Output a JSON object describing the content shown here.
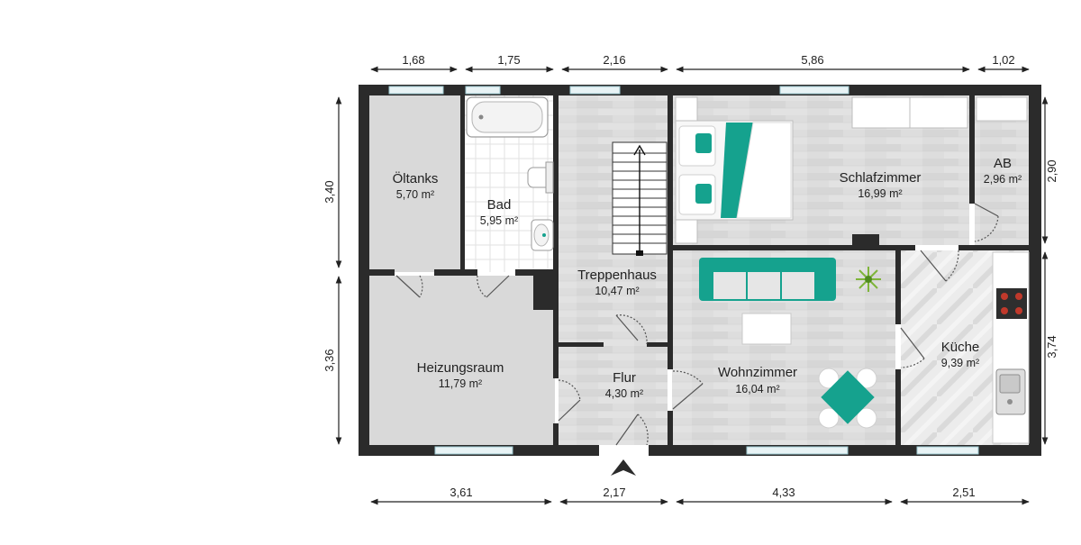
{
  "dimensions": {
    "top": [
      "1,68",
      "1,75",
      "2,16",
      "5,86",
      "1,02"
    ],
    "bottom": [
      "3,61",
      "2,17",
      "4,33",
      "2,51"
    ],
    "left": [
      "3,40",
      "3,36"
    ],
    "right": [
      "2,90",
      "3,74"
    ]
  },
  "rooms": {
    "oeltanks": {
      "name": "Öltanks",
      "area": "5,70 m²"
    },
    "bad": {
      "name": "Bad",
      "area": "5,95 m²"
    },
    "treppenhaus": {
      "name": "Treppenhaus",
      "area": "10,47 m²"
    },
    "schlafzimmer": {
      "name": "Schlafzimmer",
      "area": "16,99 m²"
    },
    "ab": {
      "name": "AB",
      "area": "2,96 m²"
    },
    "heizungsraum": {
      "name": "Heizungsraum",
      "area": "11,79 m²"
    },
    "flur": {
      "name": "Flur",
      "area": "4,30 m²"
    },
    "wohnzimmer": {
      "name": "Wohnzimmer",
      "area": "16,04 m²"
    },
    "kueche": {
      "name": "Küche",
      "area": "9,39 m²"
    }
  },
  "colors": {
    "wall": "#2b2b2b",
    "floor_plain": "#d9d9d9",
    "floor_wood": "#dcdcdc",
    "accent": "#15a28e",
    "window": "#cfe6ea"
  }
}
